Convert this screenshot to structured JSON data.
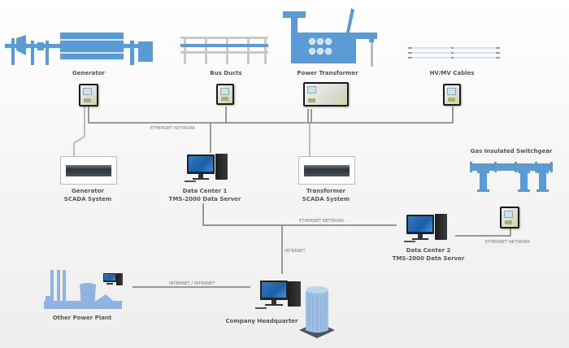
{
  "diagram": {
    "title": "TMS-2000 Monitoring Network Architecture",
    "colors": {
      "equipment_blue": "#5b9bd5",
      "line_gray": "#7f7f7f",
      "label_text": "#555555"
    },
    "assets": [
      {
        "id": "generator",
        "label": "Generator",
        "icon": "generator-icon"
      },
      {
        "id": "bus-ducts",
        "label": "Bus Ducts",
        "icon": "bus-ducts-icon"
      },
      {
        "id": "power-transformer",
        "label": "Power Transformer",
        "icon": "transformer-icon"
      },
      {
        "id": "hv-mv-cables",
        "label": "HV/MV Cables",
        "icon": "cables-icon"
      },
      {
        "id": "gis",
        "label": "Gas Insulated Switchgear",
        "icon": "switchgear-icon"
      }
    ],
    "systems": {
      "gen_scada": {
        "line1": "Generator",
        "line2": "SCADA System"
      },
      "dc1": {
        "line1": "Data Center 1",
        "line2": "TMS-2000 Data Server"
      },
      "tr_scada": {
        "line1": "Transformer",
        "line2": "SCADA System"
      },
      "dc2": {
        "line1": "Data Center 2",
        "line2": "TMS-2000 Data Server"
      },
      "plant": {
        "line1": "Other Power Plant"
      },
      "hq": {
        "line1": "Company Headquarter"
      }
    },
    "networks": {
      "ethernet_top": "ETHERNET NETWORK",
      "ethernet_mid": "ETHERNET NETWORK",
      "ethernet_gis": "ETHERNET NETWORK",
      "intranet": "INTRANET",
      "internet": "INTERNET / INTRANET"
    }
  }
}
